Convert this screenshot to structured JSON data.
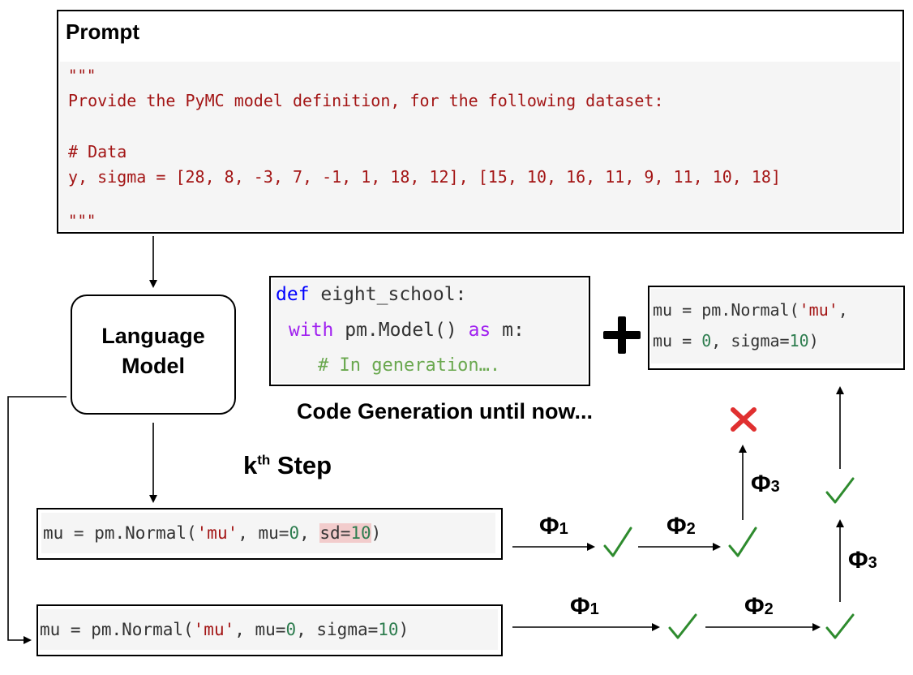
{
  "prompt": {
    "title": "Prompt",
    "quote_open": "\"\"\"",
    "line1": "Provide the PyMC model definition, for the following dataset:",
    "line2": "# Data",
    "line3": "y, sigma = [28, 8, -3, 7, -1, 1, 18, 12], [15, 10, 16, 11, 9, 11, 10, 18]",
    "quote_close": "\"\"\""
  },
  "lm": {
    "line1": "Language",
    "line2": "Model"
  },
  "gen_code": {
    "l1_kw": "def",
    "l1_rest": " eight_school:",
    "l2_kw": "with",
    "l2_mid": " pm.Model() ",
    "l2_kw2": "as",
    "l2_rest": " m:",
    "l3": "# In generation…."
  },
  "gen_label": "Code Generation until now...",
  "plus": "+",
  "result_code": {
    "l1a": "mu = pm.Normal(",
    "l1b": "'mu'",
    "l1c": ",",
    "l2a": "mu = ",
    "l2b": "0",
    "l2c": ", sigma=",
    "l2d": "10",
    "l2e": ")"
  },
  "step": {
    "k": "k",
    "sup": "th",
    "rest": " Step"
  },
  "cand1": {
    "a": "mu = pm.Normal(",
    "b": "'mu'",
    "c": ", mu=",
    "d": "0",
    "e": ", ",
    "f": "sd=",
    "g": "10",
    "h": ")"
  },
  "cand2": {
    "a": "mu = pm.Normal(",
    "b": "'mu'",
    "c": ", mu=",
    "d": "0",
    "e": ", sigma=",
    "f": "10",
    "g": ")"
  },
  "phi": {
    "sym": "Φ",
    "s1": "1",
    "s2": "2",
    "s3": "3"
  },
  "colors": {
    "check": "#2e8b2e",
    "cross": "#e03030",
    "highlight": "#f2cccc"
  }
}
